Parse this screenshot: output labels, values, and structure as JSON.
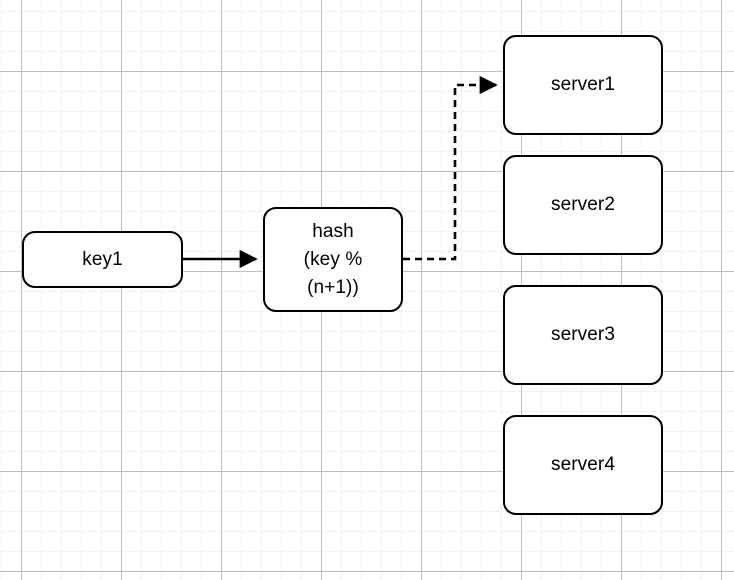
{
  "diagram": {
    "title": "hash-based key to server mapping",
    "background": {
      "grid_minor_color": "#f2f2f2",
      "grid_major_color": "#bdbdbd",
      "canvas_color": "#ffffff"
    },
    "style": {
      "node_stroke": "#000000",
      "node_fill": "#ffffff",
      "edge_color": "#000000"
    },
    "nodes": {
      "key": {
        "label": "key1"
      },
      "hash": {
        "line1": "hash",
        "line2": "(key %",
        "line3": "(n+1))"
      },
      "servers": [
        {
          "label": "server1"
        },
        {
          "label": "server2"
        },
        {
          "label": "server3"
        },
        {
          "label": "server4"
        }
      ]
    },
    "edges": [
      {
        "name": "key-to-hash",
        "style": "solid",
        "from": "key1",
        "to": "hash"
      },
      {
        "name": "hash-to-server1",
        "style": "dashed",
        "from": "hash",
        "to": "server1"
      }
    ]
  }
}
